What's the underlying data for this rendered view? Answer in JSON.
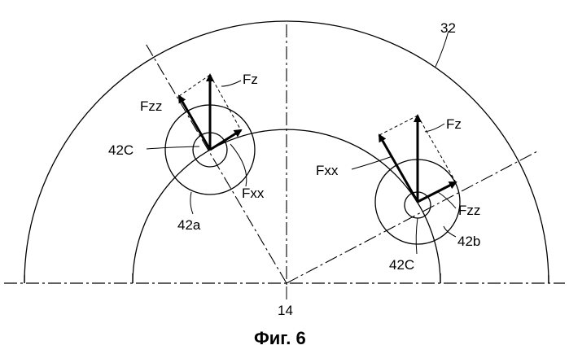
{
  "figure": {
    "caption": "Фиг. 6",
    "labels": {
      "outer_ring": "32",
      "center": "14",
      "center_left": "42C",
      "center_right": "42C",
      "gear_left": "42a",
      "gear_right": "42b",
      "left_fz": "Fz",
      "left_fzz": "Fzz",
      "left_fxx": "Fxx",
      "right_fz": "Fz",
      "right_fxx": "Fxx",
      "right_fzz": "Fzz"
    }
  }
}
